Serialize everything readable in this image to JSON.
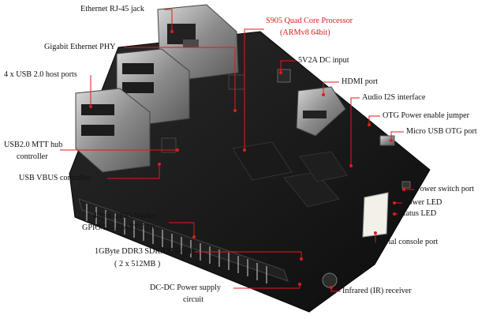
{
  "colors": {
    "leader": "#e01b1b",
    "title_red": "#d42020",
    "board": "#141414",
    "connector_metal": "#9a9a9a",
    "header_black": "#202020"
  },
  "labels": [
    {
      "id": "ethernet-jack",
      "text": "Ethernet RJ-45 jack"
    },
    {
      "id": "gigabit-phy",
      "text": "Gigabit Ethernet PHY"
    },
    {
      "id": "usb-ports",
      "text": "4 x USB 2.0 host ports"
    },
    {
      "id": "usb-mtt-hub-l1",
      "text": "USB2.0 MTT hub"
    },
    {
      "id": "usb-mtt-hub-l2",
      "text": "controller"
    },
    {
      "id": "usb-vbus",
      "text": "USB VBUS controller"
    },
    {
      "id": "gpio-l1",
      "text": "40pin GPIO header"
    },
    {
      "id": "gpio-l2",
      "text": "GPIO/I2C/UART/ADC"
    },
    {
      "id": "sdram-l1",
      "text": "1GByte DDR3 SDRAM (Half)"
    },
    {
      "id": "sdram-l2",
      "text": "( 2 x 512MB )"
    },
    {
      "id": "dcdc-l1",
      "text": "DC-DC Power supply"
    },
    {
      "id": "dcdc-l2",
      "text": "circuit"
    },
    {
      "id": "processor-l1",
      "text": "S905 Quad Core Processor"
    },
    {
      "id": "processor-l2",
      "text": "(ARMv8 64bit)"
    },
    {
      "id": "dc-input",
      "text": "5V2A DC input"
    },
    {
      "id": "hdmi",
      "text": "HDMI port"
    },
    {
      "id": "audio-i2s",
      "text": "Audio I2S interface"
    },
    {
      "id": "otg-jumper",
      "text": "OTG Power enable jumper"
    },
    {
      "id": "micro-usb",
      "text": "Micro USB OTG port"
    },
    {
      "id": "power-switch",
      "text": "Power switch port"
    },
    {
      "id": "power-led",
      "text": "Power LED"
    },
    {
      "id": "status-led",
      "text": "Status LED"
    },
    {
      "id": "serial-console",
      "text": "Serial console port"
    },
    {
      "id": "ir-receiver",
      "text": "Infrared (IR) receiver"
    }
  ]
}
